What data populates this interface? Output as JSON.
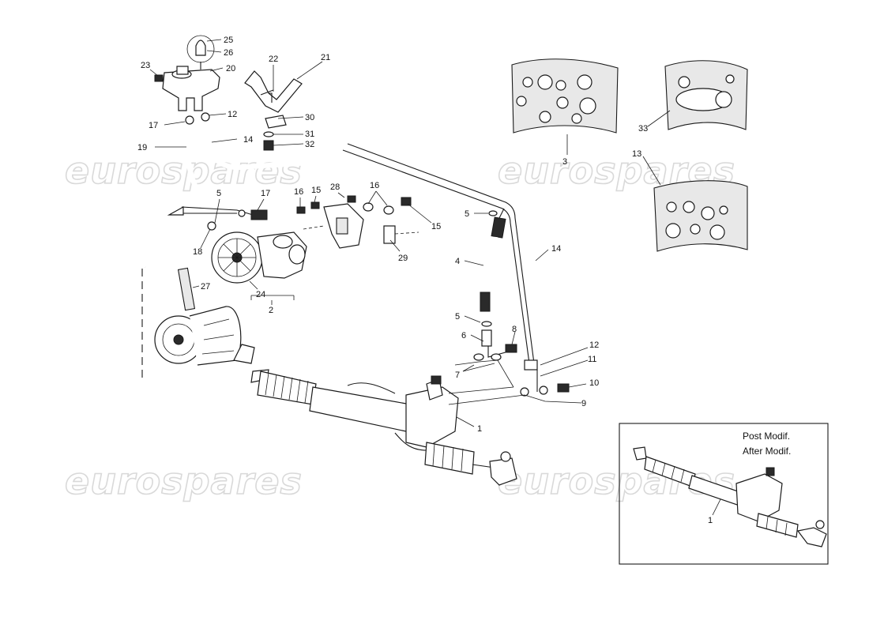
{
  "watermark": "eurospares",
  "inset": {
    "line1": "Post Modif.",
    "line2": "After Modif.",
    "part_label": "1"
  },
  "callouts": [
    {
      "id": "c25",
      "text": "25"
    },
    {
      "id": "c26",
      "text": "26"
    },
    {
      "id": "c23",
      "text": "23"
    },
    {
      "id": "c20",
      "text": "20"
    },
    {
      "id": "c22",
      "text": "22"
    },
    {
      "id": "c21",
      "text": "21"
    },
    {
      "id": "c17a",
      "text": "17"
    },
    {
      "id": "c12a",
      "text": "12"
    },
    {
      "id": "c30",
      "text": "30"
    },
    {
      "id": "c31",
      "text": "31"
    },
    {
      "id": "c32",
      "text": "32"
    },
    {
      "id": "c19",
      "text": "19"
    },
    {
      "id": "c14a",
      "text": "14"
    },
    {
      "id": "c5a",
      "text": "5"
    },
    {
      "id": "c17b",
      "text": "17"
    },
    {
      "id": "c16a",
      "text": "16"
    },
    {
      "id": "c15a",
      "text": "15"
    },
    {
      "id": "c28",
      "text": "28"
    },
    {
      "id": "c16b",
      "text": "16"
    },
    {
      "id": "c15b",
      "text": "15"
    },
    {
      "id": "c29",
      "text": "29"
    },
    {
      "id": "c18",
      "text": "18"
    },
    {
      "id": "c24",
      "text": "24"
    },
    {
      "id": "c2",
      "text": "2"
    },
    {
      "id": "c27",
      "text": "27"
    },
    {
      "id": "c5b",
      "text": "5"
    },
    {
      "id": "c4",
      "text": "4"
    },
    {
      "id": "c14b",
      "text": "14"
    },
    {
      "id": "c5c",
      "text": "5"
    },
    {
      "id": "c6",
      "text": "6"
    },
    {
      "id": "c8",
      "text": "8"
    },
    {
      "id": "c7",
      "text": "7"
    },
    {
      "id": "c12b",
      "text": "12"
    },
    {
      "id": "c11",
      "text": "11"
    },
    {
      "id": "c10",
      "text": "10"
    },
    {
      "id": "c9",
      "text": "9"
    },
    {
      "id": "c1",
      "text": "1"
    },
    {
      "id": "c3",
      "text": "3"
    },
    {
      "id": "c33",
      "text": "33"
    },
    {
      "id": "c13",
      "text": "13"
    }
  ]
}
